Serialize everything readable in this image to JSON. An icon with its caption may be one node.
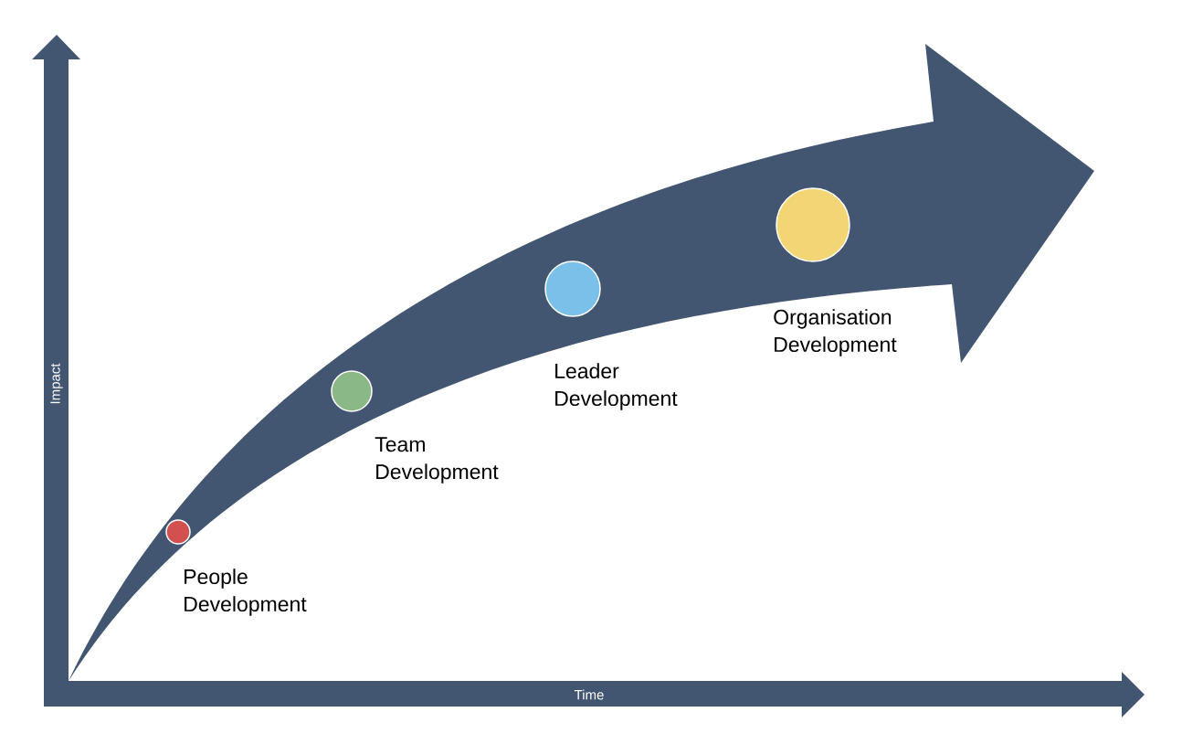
{
  "diagram": {
    "nodes": [
      {
        "text": [],
        "shape": "circle",
        "beside": [
          "People Development"
        ]
      },
      {
        "text": [],
        "shape": "circle",
        "beside": [
          "Team Development"
        ]
      },
      {
        "text": [],
        "shape": "circle",
        "beside": [
          "Leader Development"
        ]
      },
      {
        "text": [],
        "shape": "circle",
        "beside": [
          "Organisation Development"
        ]
      }
    ],
    "labels": [
      "Impact",
      "Time"
    ]
  }
}
